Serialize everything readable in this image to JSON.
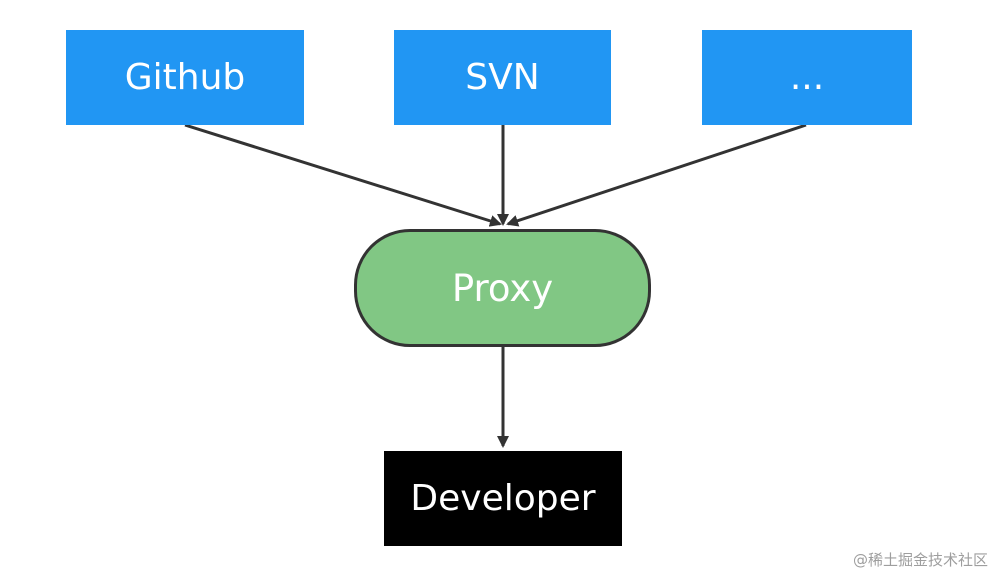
{
  "diagram": {
    "nodes": {
      "github": "Github",
      "svn": "SVN",
      "more": "...",
      "proxy": "Proxy",
      "developer": "Developer"
    },
    "edges": [
      {
        "from": "github",
        "to": "proxy"
      },
      {
        "from": "svn",
        "to": "proxy"
      },
      {
        "from": "more",
        "to": "proxy"
      },
      {
        "from": "proxy",
        "to": "developer"
      }
    ],
    "colors": {
      "source_fill": "#2196f3",
      "proxy_fill": "#81c784",
      "proxy_border": "#333333",
      "developer_fill": "#000000",
      "edge": "#333333",
      "label_text": "#ffffff"
    }
  },
  "watermark": "@稀土掘金技术社区"
}
